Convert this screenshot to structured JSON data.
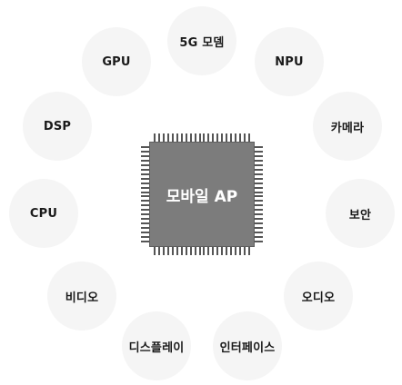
{
  "center": {
    "label": "모바일 AP"
  },
  "nodes": [
    "5G 모뎀",
    "NPU",
    "카메라",
    "보안",
    "오디오",
    "인터페이스",
    "디스플레이",
    "비디오",
    "CPU",
    "DSP",
    "GPU"
  ],
  "colors": {
    "node_fill": "#f5f5f5",
    "chip_fill": "#7c7c7c",
    "pin": "#555555",
    "text": "#1a1a1a"
  }
}
